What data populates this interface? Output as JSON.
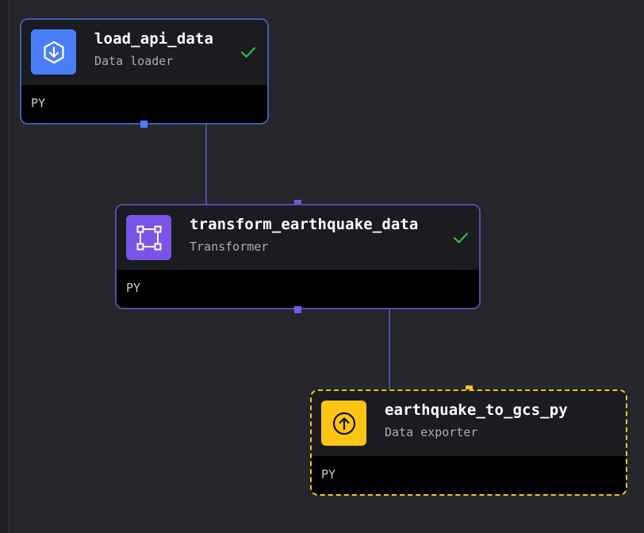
{
  "pipeline": {
    "blocks": [
      {
        "name": "load_api_data",
        "type": "Data loader",
        "language": "PY",
        "status": "success",
        "icon": "download-arrow-icon",
        "color": "#4a7df7"
      },
      {
        "name": "transform_earthquake_data",
        "type": "Transformer",
        "language": "PY",
        "status": "success",
        "icon": "transform-square-icon",
        "color": "#7a54e6"
      },
      {
        "name": "earthquake_to_gcs_py",
        "type": "Data exporter",
        "language": "PY",
        "status": "selected",
        "icon": "upload-arrow-icon",
        "color": "#ffc514"
      }
    ],
    "edges": [
      {
        "from": "load_api_data",
        "to": "transform_earthquake_data"
      },
      {
        "from": "transform_earthquake_data",
        "to": "earthquake_to_gcs_py"
      }
    ]
  },
  "colors": {
    "background": "#25262b",
    "success": "#36c24a",
    "edge": "#4a4c9a",
    "selected_border": "#f5c518"
  }
}
